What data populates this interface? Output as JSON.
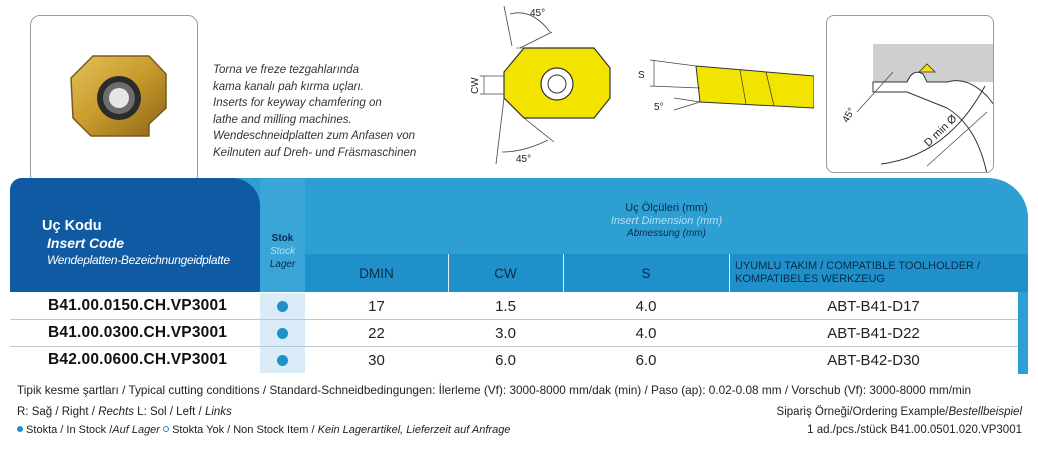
{
  "description_lines": [
    "Torna ve freze tezgahlarında",
    "kama kanalı pah kırma uçları.",
    "Inserts for keyway chamfering on",
    "lathe and milling machines.",
    "Wendeschneidplatten zum Anfasen von",
    "Keilnuten auf Dreh- und Fräsmaschinen"
  ],
  "diagram_labels": {
    "angle_top": "45°",
    "angle_bottom": "45°",
    "cw": "CW",
    "s": "S",
    "angle_side": "5°",
    "angle_tool": "45°",
    "dmin": "D min Ø"
  },
  "header": {
    "code_tr": "Uç Kodu",
    "code_en": "Insert Code",
    "code_de": "Wendeplatten-Bezeichnungeidplatte",
    "stock_tr": "Stok",
    "stock_en": "Stock",
    "stock_de": "Lager",
    "dim_tr": "Uç Ölçüleri (mm)",
    "dim_en": "Insert Dimension (mm)",
    "dim_de": "Abmessung (mm)"
  },
  "columns": {
    "dmin": "DMIN",
    "cw": "CW",
    "s": "S",
    "toolholder_line1": "UYUMLU TAKIM / COMPATIBLE TOOLHOLDER /",
    "toolholder_line2": "KOMPATIBELES WERKZEUG"
  },
  "rows": [
    {
      "code": "B41.00.0150.CH.VP3001",
      "stock": true,
      "dmin": "17",
      "cw": "1.5",
      "s": "4.0",
      "toolholder": "ABT-B41-D17"
    },
    {
      "code": "B41.00.0300.CH.VP3001",
      "stock": true,
      "dmin": "22",
      "cw": "3.0",
      "s": "4.0",
      "toolholder": "ABT-B41-D22"
    },
    {
      "code": "B42.00.0600.CH.VP3001",
      "stock": true,
      "dmin": "30",
      "cw": "6.0",
      "s": "6.0",
      "toolholder": "ABT-B42-D30"
    }
  ],
  "footer": {
    "cutting_conditions": "Tipik kesme şartları / Typical cutting conditions / Standard-Schneidbedingungen: İlerleme (Vf): 3000-8000 mm/dak (min) / Paso (ap): 0.02-0.08 mm / Vorschub (Vf): 3000-8000 mm/min",
    "rl_plain": "R: Sağ / Right / ",
    "rl_italic1": "Rechts",
    "rl_plain2": " L: Sol / Left / ",
    "rl_italic2": "Links",
    "stock_plain": " Stokta / In Stock /",
    "stock_italic": "Auf Lager",
    "nonstock_plain": " Stokta Yok / Non Stock Item / ",
    "nonstock_italic": "Kein Lagerartikel, Lieferzeit auf Anfrage",
    "order_title": "Sipariş Örneği/Ordering Example/",
    "order_title_italic": "Bestellbeispiel",
    "order_example": "1 ad./pcs./stück B41.00.0501.020.VP3001"
  },
  "colors": {
    "header_dark": "#0f5aa3",
    "header_blue": "#2d9fd3",
    "header_cols": "#1f90c9",
    "insert_yellow": "#f3e400",
    "stock_dot": "#1f90c9"
  }
}
